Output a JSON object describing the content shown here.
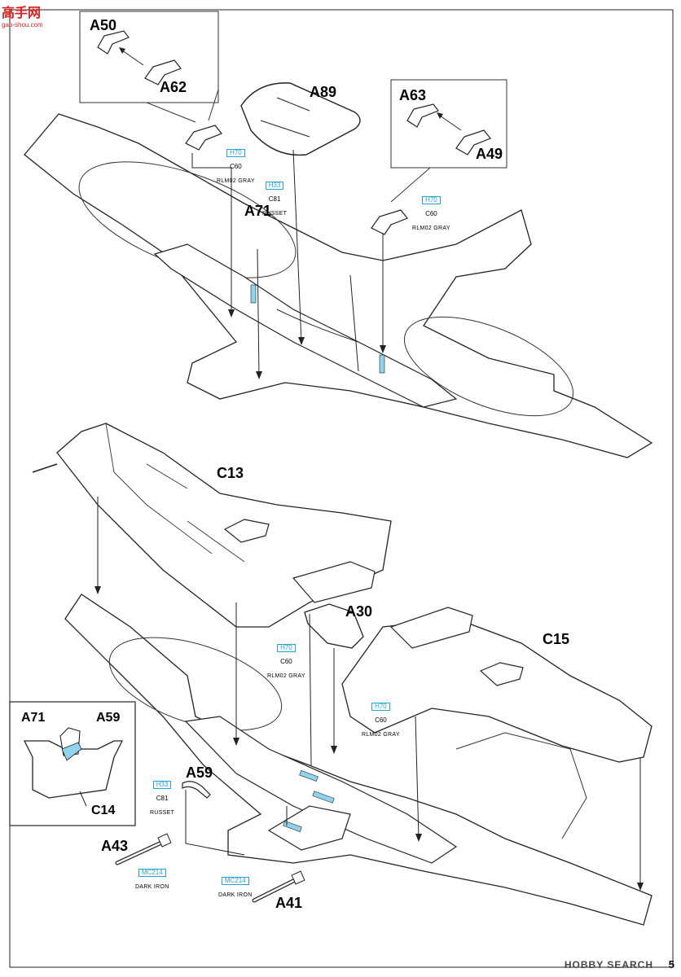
{
  "watermark": {
    "logo_text": "高手网",
    "site": "gao-shou.com"
  },
  "parts": {
    "a50": "A50",
    "a62": "A62",
    "a89": "A89",
    "a63": "A63",
    "a49": "A49",
    "a71_top": "A71",
    "c13": "C13",
    "a30": "A30",
    "c15": "C15",
    "a71_inset": "A71",
    "a59_inset": "A59",
    "c14": "C14",
    "a59": "A59",
    "a43": "A43",
    "a41": "A41"
  },
  "paints": {
    "p1": {
      "code": "H70",
      "c": "C60",
      "name": "RLM02 GRAY"
    },
    "p2": {
      "code": "H33",
      "c": "C81",
      "name": "RUSSET"
    },
    "p3": {
      "code": "H70",
      "c": "C60",
      "name": "RLM02 GRAY"
    },
    "p4": {
      "code": "H70",
      "c": "C60",
      "name": "RLM02 GRAY"
    },
    "p5": {
      "code": "H70",
      "c": "C60",
      "name": "RLM02 GRAY"
    },
    "p6": {
      "code": "H33",
      "c": "C81",
      "name": "RUSSET"
    },
    "p7": {
      "code": "MC214",
      "c": "",
      "name": "DARK IRON"
    },
    "p8": {
      "code": "MC214",
      "c": "",
      "name": "DARK IRON"
    }
  },
  "footer": {
    "brand": "HOBBY SEARCH",
    "page_number": "5"
  },
  "colors": {
    "paint_callout": "#2aa0d8",
    "highlight_part": "#8fd3ee",
    "line": "#222222"
  }
}
